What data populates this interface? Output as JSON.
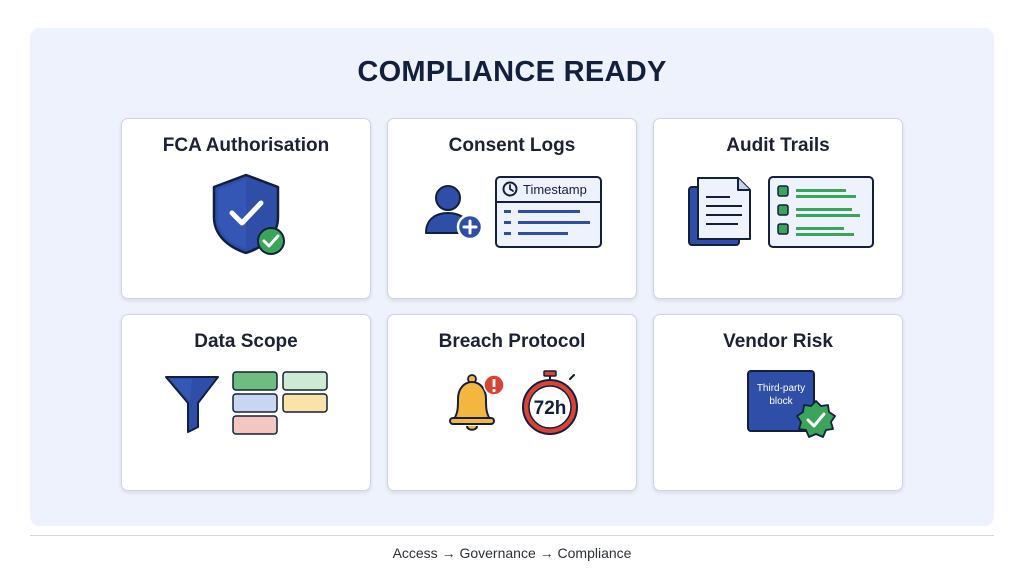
{
  "title": "COMPLIANCE READY",
  "cards": [
    {
      "title": "FCA Authorisation",
      "icon": "shield-check-icon"
    },
    {
      "title": "Consent Logs",
      "icon": "user-plus-icon",
      "panel_label": "Timestamp"
    },
    {
      "title": "Audit Trails",
      "icon": "documents-checklist-icon"
    },
    {
      "title": "Data Scope",
      "icon": "filter-icon"
    },
    {
      "title": "Breach Protocol",
      "icon": "bell-alert-icon",
      "timer_label": "72h"
    },
    {
      "title": "Vendor Risk",
      "icon": "third-party-block-icon",
      "block_label_line1": "Third-party",
      "block_label_line2": "block"
    }
  ],
  "footer": "Access → Governance → Compliance",
  "colors": {
    "navy": "#13203d",
    "blue": "#2e4ea8",
    "green": "#3aa55a",
    "panel_bg": "#eef2fc",
    "alert_red": "#d94334",
    "bell_yellow": "#f3b740"
  }
}
